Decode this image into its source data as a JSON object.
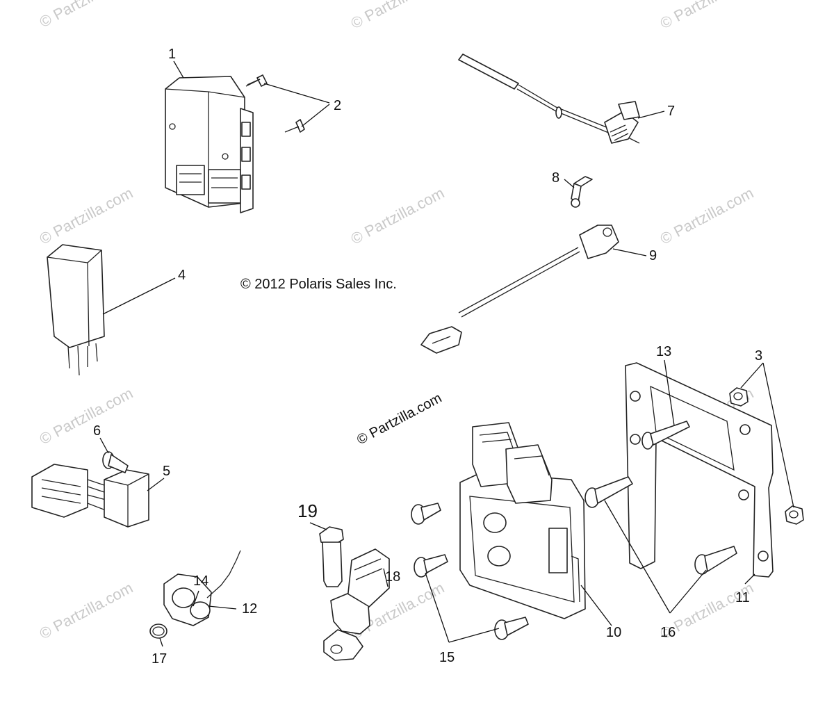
{
  "watermark": "© Partzilla.com",
  "copyright": "© 2012 Polaris Sales Inc.",
  "partzilla_notice": "© Partzilla.com",
  "callouts": {
    "c1": "1",
    "c2": "2",
    "c3": "3",
    "c4": "4",
    "c5": "5",
    "c6": "6",
    "c7": "7",
    "c8": "8",
    "c9": "9",
    "c10": "10",
    "c11": "11",
    "c12": "12",
    "c13": "13",
    "c14": "14",
    "c15": "15",
    "c16": "16",
    "c17": "17",
    "c18": "18",
    "c19": "19"
  },
  "colors": {
    "line": "#222222",
    "watermark": "#c9c9c9",
    "background": "#ffffff"
  }
}
